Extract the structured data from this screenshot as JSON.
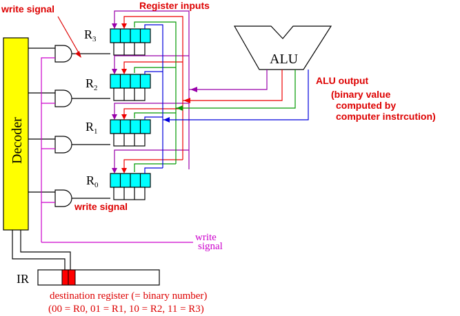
{
  "labels": {
    "write_signal_top": "write signal",
    "register_inputs": "Register inputs",
    "alu": "ALU",
    "alu_output": "ALU output",
    "alu_note_1": "(binary value",
    "alu_note_2": "computed by",
    "alu_note_3": "computer instrcution)",
    "decoder": "Decoder",
    "write_signal_bottom": "write signal",
    "write_signal_pink_1": "write",
    "write_signal_pink_2": "signal",
    "ir": "IR",
    "dest_register_1": "destination register (= binary number)",
    "dest_register_2": "(00 = R0, 01 = R1, 10 = R2, 11 = R3)"
  },
  "registers": [
    {
      "name": "R",
      "sub": "3"
    },
    {
      "name": "R",
      "sub": "2"
    },
    {
      "name": "R",
      "sub": "1"
    },
    {
      "name": "R",
      "sub": "0"
    }
  ],
  "colors": {
    "decoder_fill": "#ffff00",
    "register_fill": "#00ffff",
    "ir_bits": "#ff0000",
    "red_text": "#dd0000",
    "magenta": "#cc00cc",
    "purple": "#9900aa",
    "red_wire": "#ee0000",
    "green_wire": "#009900",
    "blue_wire": "#0000dd"
  }
}
